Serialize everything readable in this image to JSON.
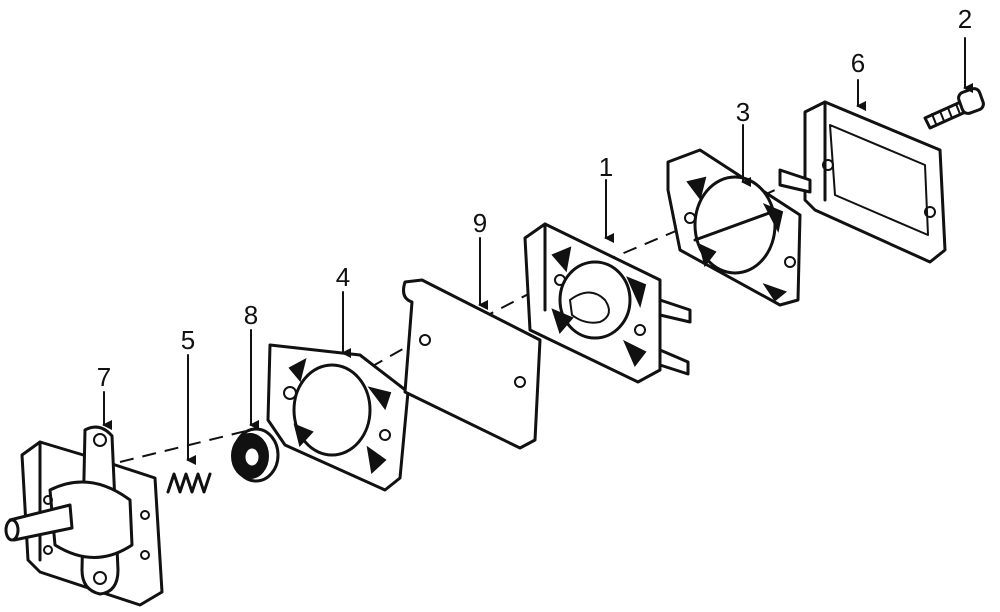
{
  "diagram": {
    "callouts": [
      {
        "id": "part-1",
        "label": "1"
      },
      {
        "id": "part-2",
        "label": "2"
      },
      {
        "id": "part-3",
        "label": "3"
      },
      {
        "id": "part-4",
        "label": "4"
      },
      {
        "id": "part-5",
        "label": "5"
      },
      {
        "id": "part-6",
        "label": "6"
      },
      {
        "id": "part-7",
        "label": "7"
      },
      {
        "id": "part-8",
        "label": "8"
      },
      {
        "id": "part-9",
        "label": "9"
      }
    ]
  }
}
